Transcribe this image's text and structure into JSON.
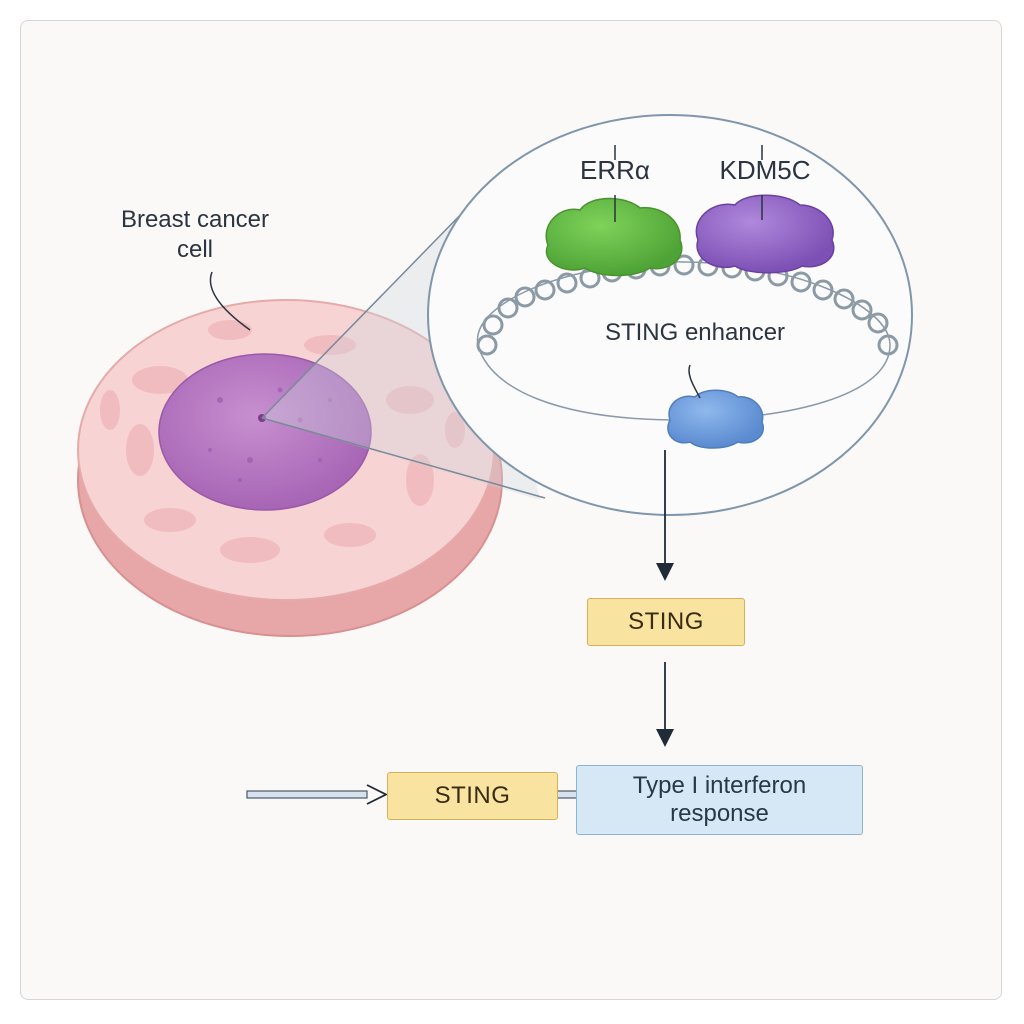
{
  "labels": {
    "cell": "Breast cancer\ncell",
    "erra": "ERRα",
    "kdm5c": "KDM5C",
    "enhancer": "STING enhancer"
  },
  "boxes": {
    "sting_top": "STING",
    "sting_bottom": "STING",
    "ifn": "Type I interferon\nresponse"
  },
  "colors": {
    "cytoplasm": "#f6c9c9",
    "nucleus": "#c988cc",
    "erra_protein": "#6cc24a",
    "kdm5c_protein": "#9b6bc9",
    "blob_protein": "#6f9fdc",
    "sting_box": "#f8e3a0",
    "ifn_box": "#d6e8f6"
  }
}
